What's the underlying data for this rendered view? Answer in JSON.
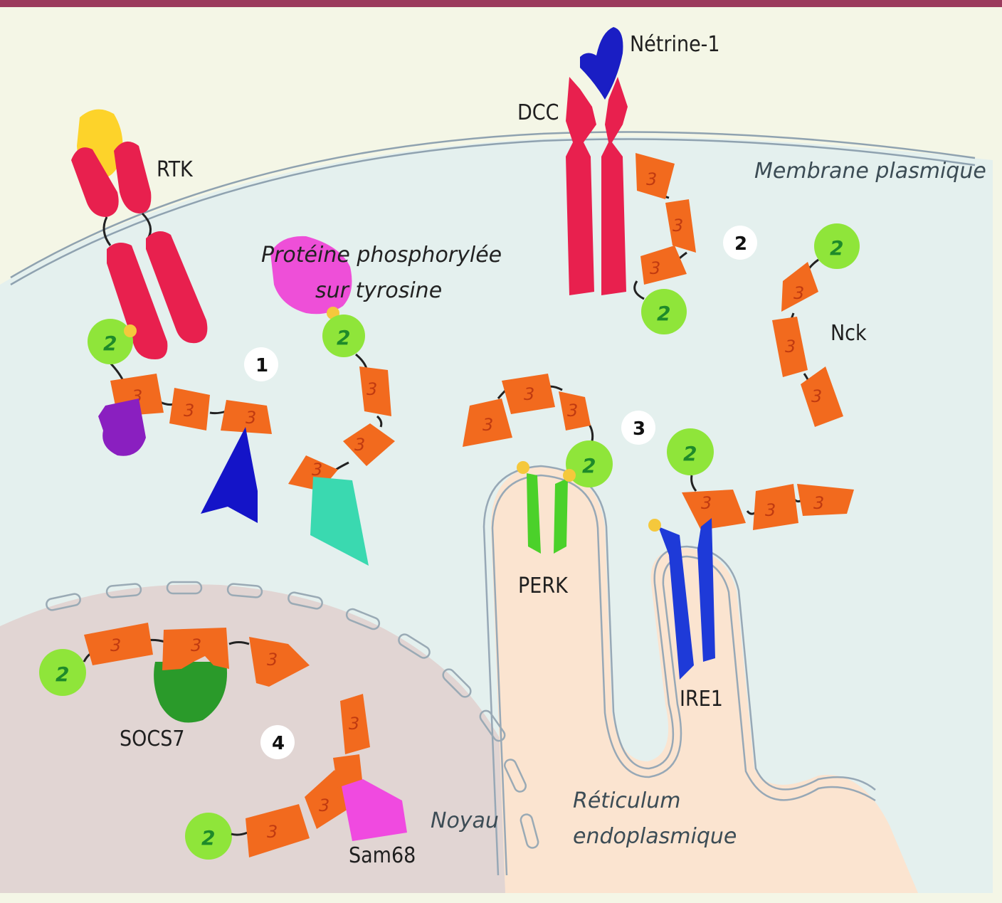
{
  "labels": {
    "netrine": "Nétrine-1",
    "dcc": "DCC",
    "rtk": "RTK",
    "membrane": "Membrane plasmique",
    "phospho_line1": "Protéine phosphorylée",
    "phospho_line2": "sur tyrosine",
    "nck": "Nck",
    "perk": "PERK",
    "ire1": "IRE1",
    "socs7": "SOCS7",
    "sam68": "Sam68",
    "noyau": "Noyau",
    "reticulum_line1": "Réticulum",
    "reticulum_line2": "endoplasmique"
  },
  "steps": [
    "1",
    "2",
    "3",
    "4"
  ],
  "domains": {
    "sh2": "2",
    "sh3": "3"
  },
  "colors": {
    "border_top": "#9b3a5c",
    "cytoplasm": "#e4f0ee",
    "outside": "#f4f6e6",
    "nucleus": "#e1d5d3",
    "reticulum": "#fbe4d0",
    "sh3": "#f26a1e",
    "sh2": "#8fe53a",
    "receptor": "#e8204e",
    "ligand_rtk": "#fdd32a",
    "netrine": "#1a1ec4",
    "phospho_protein": "#ee4fd8",
    "phospho_site": "#f5c83c",
    "perk": "#4bd12a",
    "ire1": "#1e3ad8",
    "socs7": "#2a9a2a",
    "sam68": "#f04ae0",
    "purple_partner": "#8a1fc0",
    "blue_partner": "#1414c8",
    "teal_partner": "#3ad9b0"
  }
}
